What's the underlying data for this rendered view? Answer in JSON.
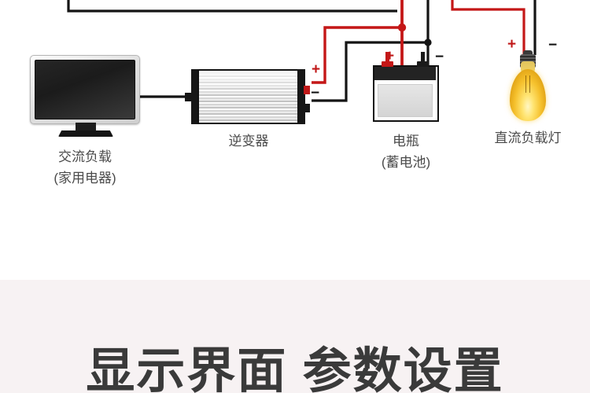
{
  "diagram": {
    "devices": [
      {
        "id": "ac-load-monitor",
        "icon": "monitor-icon",
        "label_line1": "交流负载",
        "label_line2": "(家用电器)"
      },
      {
        "id": "inverter",
        "icon": "inverter-icon",
        "label_line1": "逆变器",
        "label_line2": ""
      },
      {
        "id": "battery",
        "icon": "battery-icon",
        "label_line1": "电瓶",
        "label_line2": "(蓄电池)"
      },
      {
        "id": "dc-load-lamp",
        "icon": "light-bulb-icon",
        "label_line1": "直流负载灯",
        "label_line2": ""
      }
    ],
    "polarity": {
      "inverter_plus": "+",
      "inverter_minus": "−",
      "battery_plus": "+",
      "battery_minus": "−",
      "bulb_plus": "+",
      "bulb_minus": "−"
    },
    "colors": {
      "positive_wire": "#c41717",
      "negative_wire": "#141414",
      "banner_background": "#f7f2f3",
      "label_text": "#4a4a4a",
      "title_text": "#3a3a3a"
    }
  },
  "banner": {
    "title": "显示界面 参数设置"
  }
}
